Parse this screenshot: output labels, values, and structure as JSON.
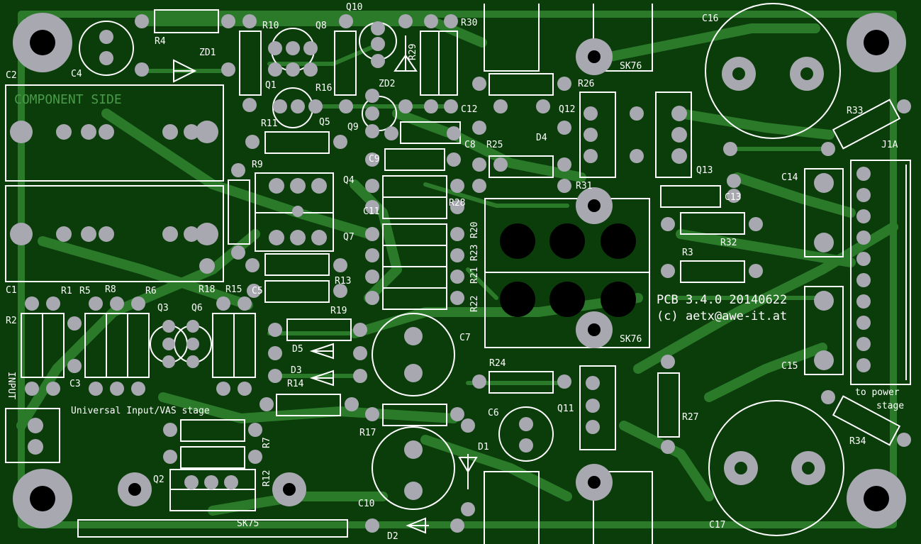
{
  "colors": {
    "board": "#0b3d0b",
    "trace": "#2a7a2a",
    "pad": "#a8a8b0",
    "silk": "#ffffff",
    "hole": "#000000"
  },
  "texts": {
    "component_side": "COMPONENT SIDE",
    "pcb_version": "PCB 3.4.0 20140622",
    "author": "(c) aetx@awe-it.at",
    "stage": "Universal Input/VAS stage",
    "input": "INPUT",
    "to_power": "to power",
    "stage2": "stage"
  },
  "labels": {
    "C2": "C2",
    "C4": "C4",
    "R4": "R4",
    "ZD1": "ZD1",
    "R10": "R10",
    "Q10": "Q10",
    "Q8": "Q8",
    "Q1": "Q1",
    "R16": "R16",
    "R29": "R29",
    "ZD2": "ZD2",
    "R30": "R30",
    "Q5": "Q5",
    "Q9": "Q9",
    "R11": "R11",
    "C12": "C12",
    "R26": "R26",
    "Q12": "Q12",
    "D4": "D4",
    "SK76a": "SK76",
    "SK76b": "SK76",
    "C16": "C16",
    "R33": "R33",
    "J1A": "J1A",
    "C14": "C14",
    "C15": "C15",
    "R9": "R9",
    "Q4": "Q4",
    "C9": "C9",
    "C8": "C8",
    "R25": "R25",
    "R31": "R31",
    "Q13": "Q13",
    "C13": "C13",
    "R32": "R32",
    "R3": "R3",
    "C11": "C11",
    "R28": "R28",
    "R20": "R20",
    "R23": "R23",
    "R21": "R21",
    "R22": "R22",
    "Q7": "Q7",
    "R13": "R13",
    "C1": "C1",
    "R1": "R1",
    "R5": "R5",
    "R8": "R8",
    "R6": "R6",
    "R18": "R18",
    "R15": "R15",
    "C5": "C5",
    "R2": "R2",
    "Q3": "Q3",
    "Q6": "Q6",
    "R19": "R19",
    "C7": "C7",
    "D5": "D5",
    "D3": "D3",
    "R14": "R14",
    "C3": "C3",
    "R24": "R24",
    "Q11": "Q11",
    "R27": "R27",
    "C6": "C6",
    "R17": "R17",
    "R7": "R7",
    "D1": "D1",
    "Q2": "Q2",
    "R12": "R12",
    "SK75": "SK75",
    "C10": "C10",
    "D2": "D2",
    "C17": "C17",
    "R34": "R34"
  }
}
